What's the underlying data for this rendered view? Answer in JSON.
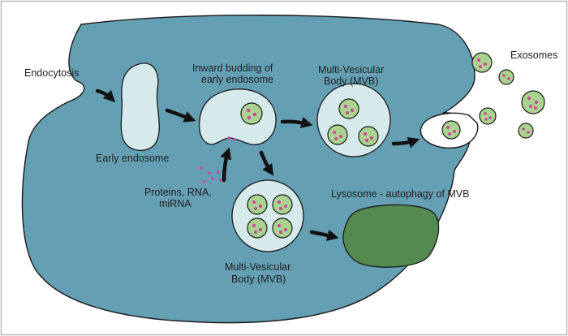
{
  "labels": {
    "endocytosis": "Endocytosis",
    "early_endosome": "Early endosome",
    "inward_budding_line1": "Inward budding of",
    "inward_budding_line2": "early endosome",
    "mvb_top_line1": "Multi-Vesicular",
    "mvb_top_line2": "Body (MVB)",
    "exosomes": "Exosomes",
    "proteins_line1": "Proteins, RNA,",
    "proteins_line2": "miRNA",
    "lysosome": "Lysosome - autophagy of MVB",
    "mvb_bottom_line1": "Multi-Vesicular",
    "mvb_bottom_line2": "Body (MVB)"
  },
  "colors": {
    "cell": "#659fb4",
    "compartment": "#d6eaeb",
    "vesicle": "#a9d38e",
    "cargo": "#d0439c",
    "lysosome": "#548950",
    "arrow": "#111111",
    "outline": "#1a1a1a"
  }
}
